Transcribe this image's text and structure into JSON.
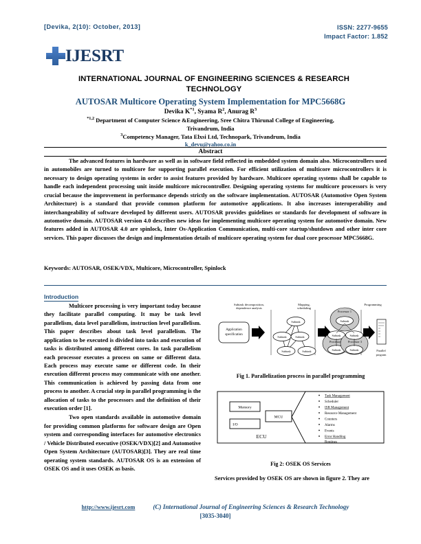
{
  "header": {
    "citation": "[Devika, 2(10): October, 2013]",
    "issn": "ISSN: 2277-9655",
    "impact_factor": "Impact Factor: 1.852"
  },
  "logo": {
    "text": "IJESRT",
    "mark": "plus-icon",
    "color": "#2f5f9e"
  },
  "journal": {
    "name_line1": "INTERNATIONAL JOURNAL OF ENGINEERING SCIENCES & RESEARCH",
    "name_line2": "TECHNOLOGY"
  },
  "paper": {
    "title": "AUTOSAR Multicore Operating System Implementation for MPC5668G",
    "title_color": "#1f4e79",
    "authors": "Devika K*1, Syama R2, Anurag R3",
    "affiliation_line1": "*1,2 Department of Computer Science &Engineering, Sree Chitra Thirunal College of Engineering,",
    "affiliation_line2": "Trivandrum, India",
    "affiliation_line3": "3Competency Manager, Tata Elxsi Ltd, Technopark, Trivandrum, India",
    "email": "k_devu@yahoo.co.in"
  },
  "abstract": {
    "heading": "Abstract",
    "text": "The advanced features in hardware as well as in software field reflected in embedded system domain also. Microcontrollers used in automobiles are turned to multicore for supporting parallel execution. For efficient utilization of multicore microcontrollers it is necessary to design operating systems in order to assist features provided by hardware. Multicore operating systems shall be capable to handle each independent processing unit inside multicore microcontroller. Designing operating systems for multicore processors is very crucial because the improvement in performance depends strictly on the software implementation. AUTOSAR (Automotive Open System Architecture) is a standard that provide common platform for automotive applications. It also increases interoperability and interchangeability of software developed by different users. AUTOSAR provides guidelines or standards for development of software in automotive domain. AUTOSAR version 4.0 describes new ideas for implementing multicore operating system for automotive domain. New features added in AUTOSAR 4.0 are spinlock, Inter Os-Application Communication, multi-core startup/shutdown and other inter core services. This paper discusses the design and implementation details of multicore operating system for dual core processor MPC5668G.",
    "keywords_label": "Keywords:",
    "keywords_value": "AUTOSAR, OSEK/VDX, Multicore, Microcontroller, Spinlock"
  },
  "introduction": {
    "heading": "Introduction",
    "paragraph1": "Multicore processing is very important today because they facilitate parallel computing. It may be task level parallelism, data level parallelism, instruction level parallelism. This paper describes about task level parallelism. The application to be executed is divided into tasks and execution of tasks is distributed among different cores. In task parallelism each processor executes a process on same or different data. Each process may execute same or different code. In their execution different process may communicate with one another. This communication is achieved by passing data from one process to another. A crucial step in parallel programming is the allocation of tasks to the processors and the definition of their execution order [1].",
    "paragraph2": "Two open standards available in automotive domain for providing common platforms for software design are Open system and corresponding interfaces for automotive electronics / Vehicle Distributed executive (OSEK/VDX)[2] and Automotive Open System Architecture (AUTOSAR)[3]. They are real time operating system standards. AUTOSAR OS is an extension of OSEK OS and it uses OSEK as basis."
  },
  "figure1": {
    "caption": "Fig 1. Parallelization process in parallel programming",
    "stage_labels": [
      "Subtask decomposition,\ndependence analysis",
      "Mapping,\nscheduling",
      "Programming"
    ],
    "label_stage1_line1": "Subtask decomposition,",
    "label_stage1_line2": "dependence analysis",
    "label_stage2_line1": "Mapping,",
    "label_stage2_line2": "scheduling",
    "label_stage3": "Programming",
    "input_box_line1": "Application",
    "input_box_line2": "specification",
    "output_box_line1": "Parallel",
    "output_box_line2": "program",
    "subtask_label": "Subtask",
    "processor_labels": [
      "Processor 1",
      "Processor 2",
      "Processor 3"
    ]
  },
  "figure2": {
    "caption": "Fig 2: OSEK OS Services",
    "ecu_label": "ECU",
    "mcu_label": "MCU",
    "memory_label": "Memory",
    "io_label": "I/O",
    "services": [
      "Task Management",
      "Scheduler",
      "ISR Management",
      "Resource Management",
      "Counters",
      "Alarms",
      "Events",
      "Error Handling",
      "Routines"
    ]
  },
  "right_body": {
    "text": "Services provided by OSEK OS are shown in figure 2. They are"
  },
  "footer": {
    "url": "http://www.ijesrt.com",
    "copyright": "(C) International Journal of Engineering Sciences & Research Technology",
    "pages": "[3035-3040]"
  }
}
